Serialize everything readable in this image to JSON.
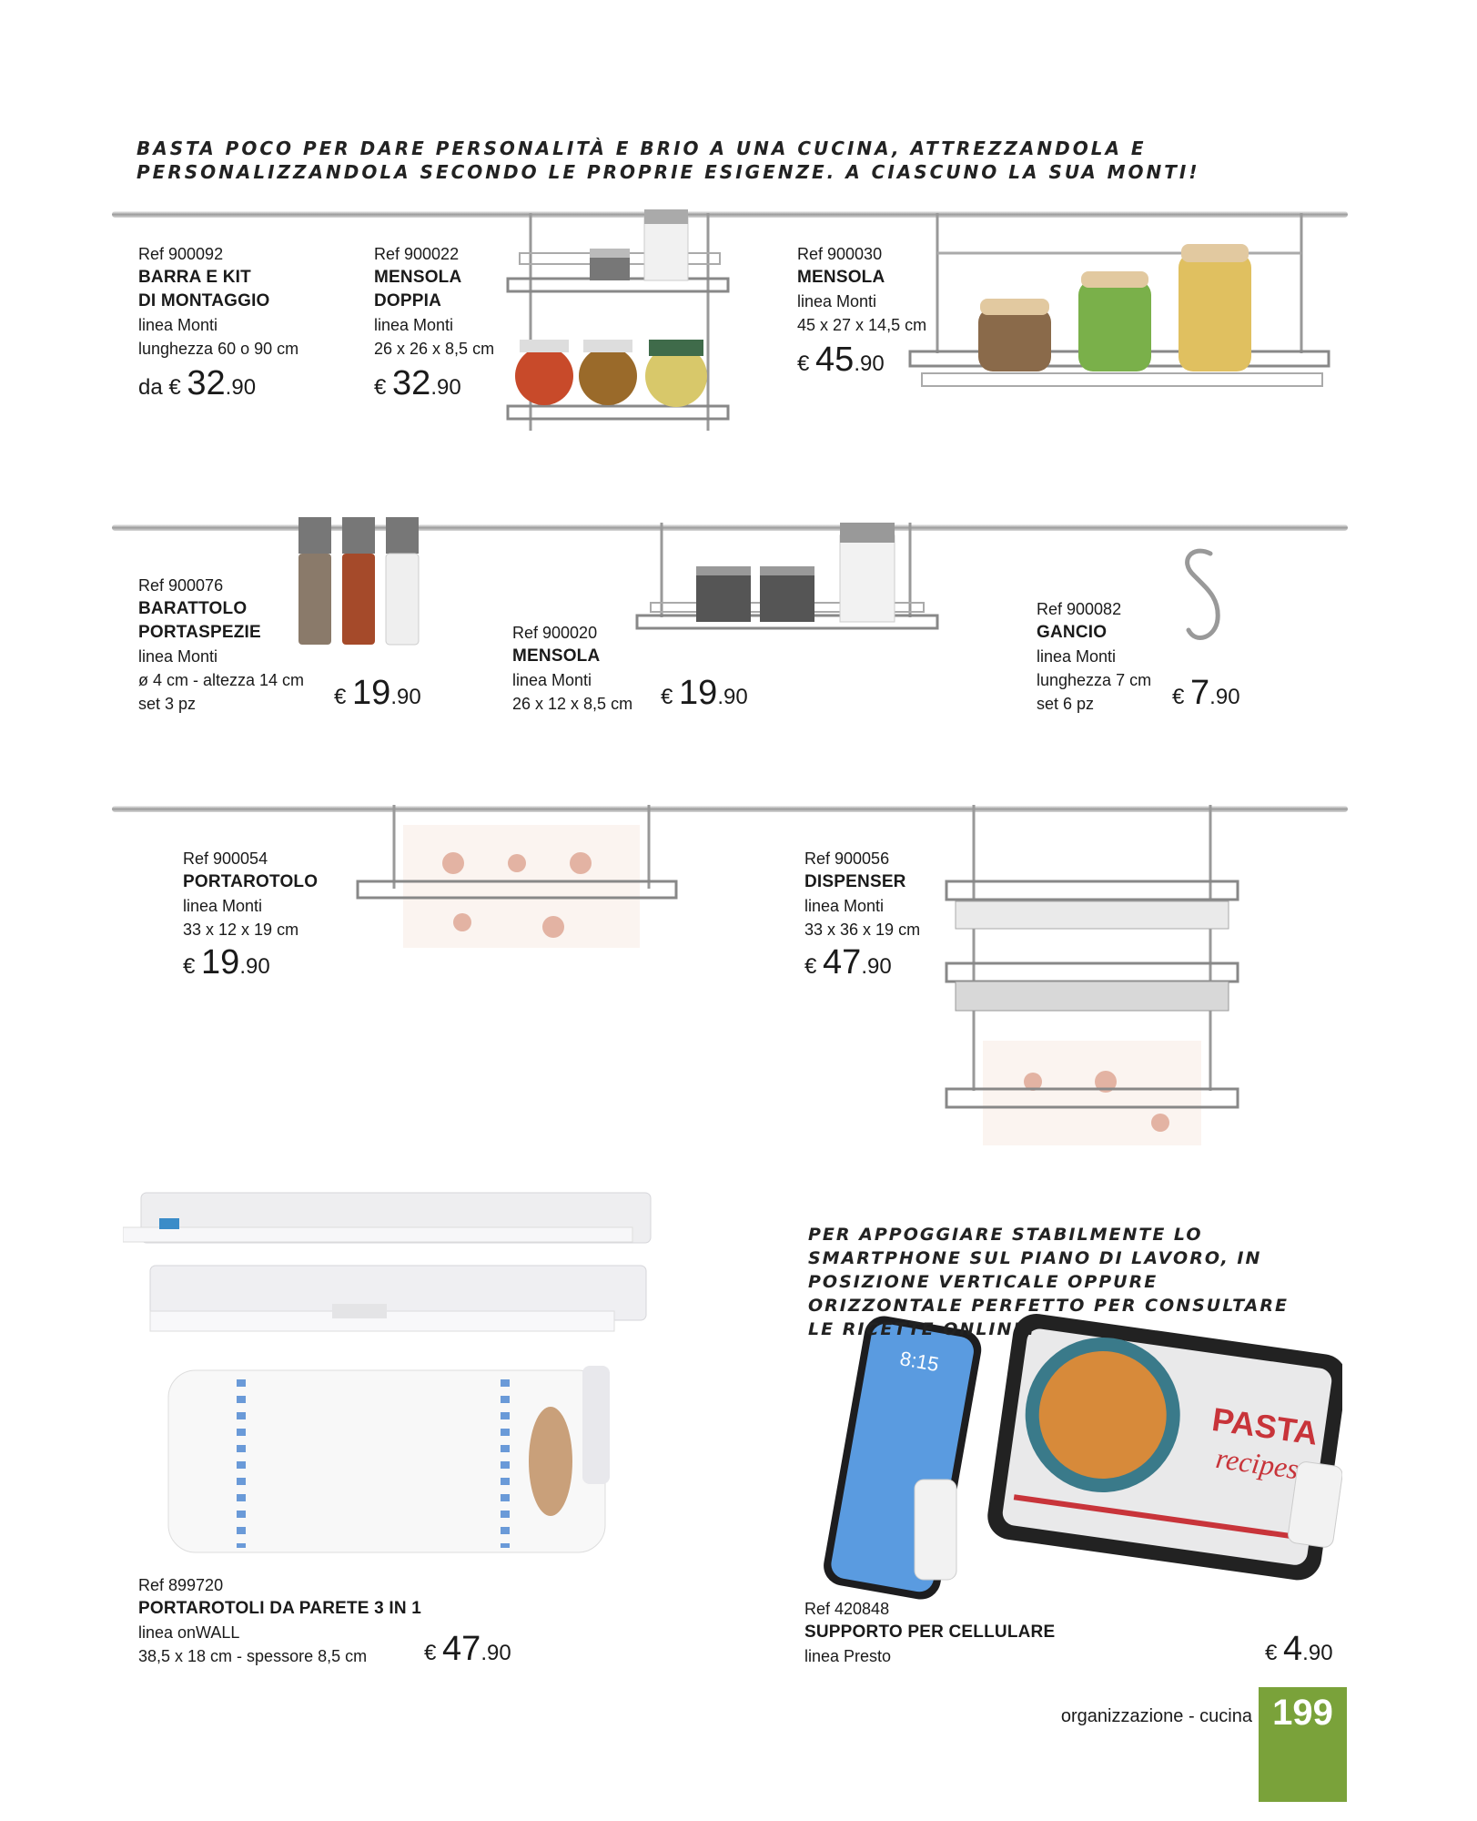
{
  "intro": "BASTA POCO PER DARE PERSONALITÀ E BRIO A UNA CUCINA, ATTREZZANDOLA E PERSONALIZZANDOLA SECONDO LE PROPRIE ESIGENZE. A CIASCUNO LA SUA MONTI!",
  "products": [
    {
      "ref": "Ref 900092",
      "name_l1": "BARRA E KIT",
      "name_l2": "DI MONTAGGIO",
      "line": "linea Monti",
      "spec1": "lunghezza 60 o 90 cm",
      "spec2": "",
      "price_prefix": "da €",
      "price_int": "32",
      "price_dec": ".90"
    },
    {
      "ref": "Ref 900022",
      "name_l1": "MENSOLA",
      "name_l2": "DOPPIA",
      "line": "linea Monti",
      "spec1": "26 x 26 x 8,5 cm",
      "spec2": "",
      "price_prefix": "€",
      "price_int": "32",
      "price_dec": ".90"
    },
    {
      "ref": "Ref 900030",
      "name_l1": "MENSOLA",
      "name_l2": "",
      "line": "linea Monti",
      "spec1": "45 x 27 x 14,5 cm",
      "spec2": "",
      "price_prefix": "€",
      "price_int": "45",
      "price_dec": ".90"
    },
    {
      "ref": "Ref 900076",
      "name_l1": "BARATTOLO",
      "name_l2": "PORTASPEZIE",
      "line": "linea Monti",
      "spec1": "ø 4 cm - altezza 14 cm",
      "spec2": "set 3 pz",
      "price_prefix": "€",
      "price_int": "19",
      "price_dec": ".90"
    },
    {
      "ref": "Ref 900020",
      "name_l1": "MENSOLA",
      "name_l2": "",
      "line": "linea Monti",
      "spec1": "26 x 12 x 8,5 cm",
      "spec2": "",
      "price_prefix": "€",
      "price_int": "19",
      "price_dec": ".90"
    },
    {
      "ref": "Ref 900082",
      "name_l1": "GANCIO",
      "name_l2": "",
      "line": "linea Monti",
      "spec1": "lunghezza 7 cm",
      "spec2": "set 6 pz",
      "price_prefix": "€",
      "price_int": "7",
      "price_dec": ".90"
    },
    {
      "ref": "Ref 900054",
      "name_l1": "PORTAROTOLO",
      "name_l2": "",
      "line": "linea Monti",
      "spec1": "33 x 12 x 19 cm",
      "spec2": "",
      "price_prefix": "€",
      "price_int": "19",
      "price_dec": ".90"
    },
    {
      "ref": "Ref 900056",
      "name_l1": "DISPENSER",
      "name_l2": "",
      "line": "linea Monti",
      "spec1": "33 x 36 x 19 cm",
      "spec2": "",
      "price_prefix": "€",
      "price_int": "47",
      "price_dec": ".90"
    },
    {
      "ref": "Ref 899720",
      "name_l1": "PORTAROTOLI DA PARETE 3 IN 1",
      "name_l2": "",
      "line": "linea onWALL",
      "spec1": "38,5 x 18 cm - spessore 8,5 cm",
      "spec2": "",
      "price_prefix": "€",
      "price_int": "47",
      "price_dec": ".90"
    },
    {
      "ref": "Ref 420848",
      "name_l1": "SUPPORTO PER CELLULARE",
      "name_l2": "",
      "line": "linea Presto",
      "spec1": "",
      "spec2": "",
      "price_prefix": "€",
      "price_int": "4",
      "price_dec": ".90"
    }
  ],
  "phone_note": "PER APPOGGIARE STABILMENTE LO SMARTPHONE SUL PIANO DI LAVORO, IN POSIZIONE VERTICALE OPPURE ORIZZONTALE PERFETTO PER CONSULTARE LE RICETTE ONLINE!",
  "tablet_screen": {
    "title_l1": "PASTA",
    "title_l2": "recipes",
    "phone_time": "8:15"
  },
  "footer": {
    "section": "organizzazione - cucina",
    "page_number": "199"
  },
  "colors": {
    "page_accent": "#7aa23a",
    "rail": "#b0b0b0"
  }
}
